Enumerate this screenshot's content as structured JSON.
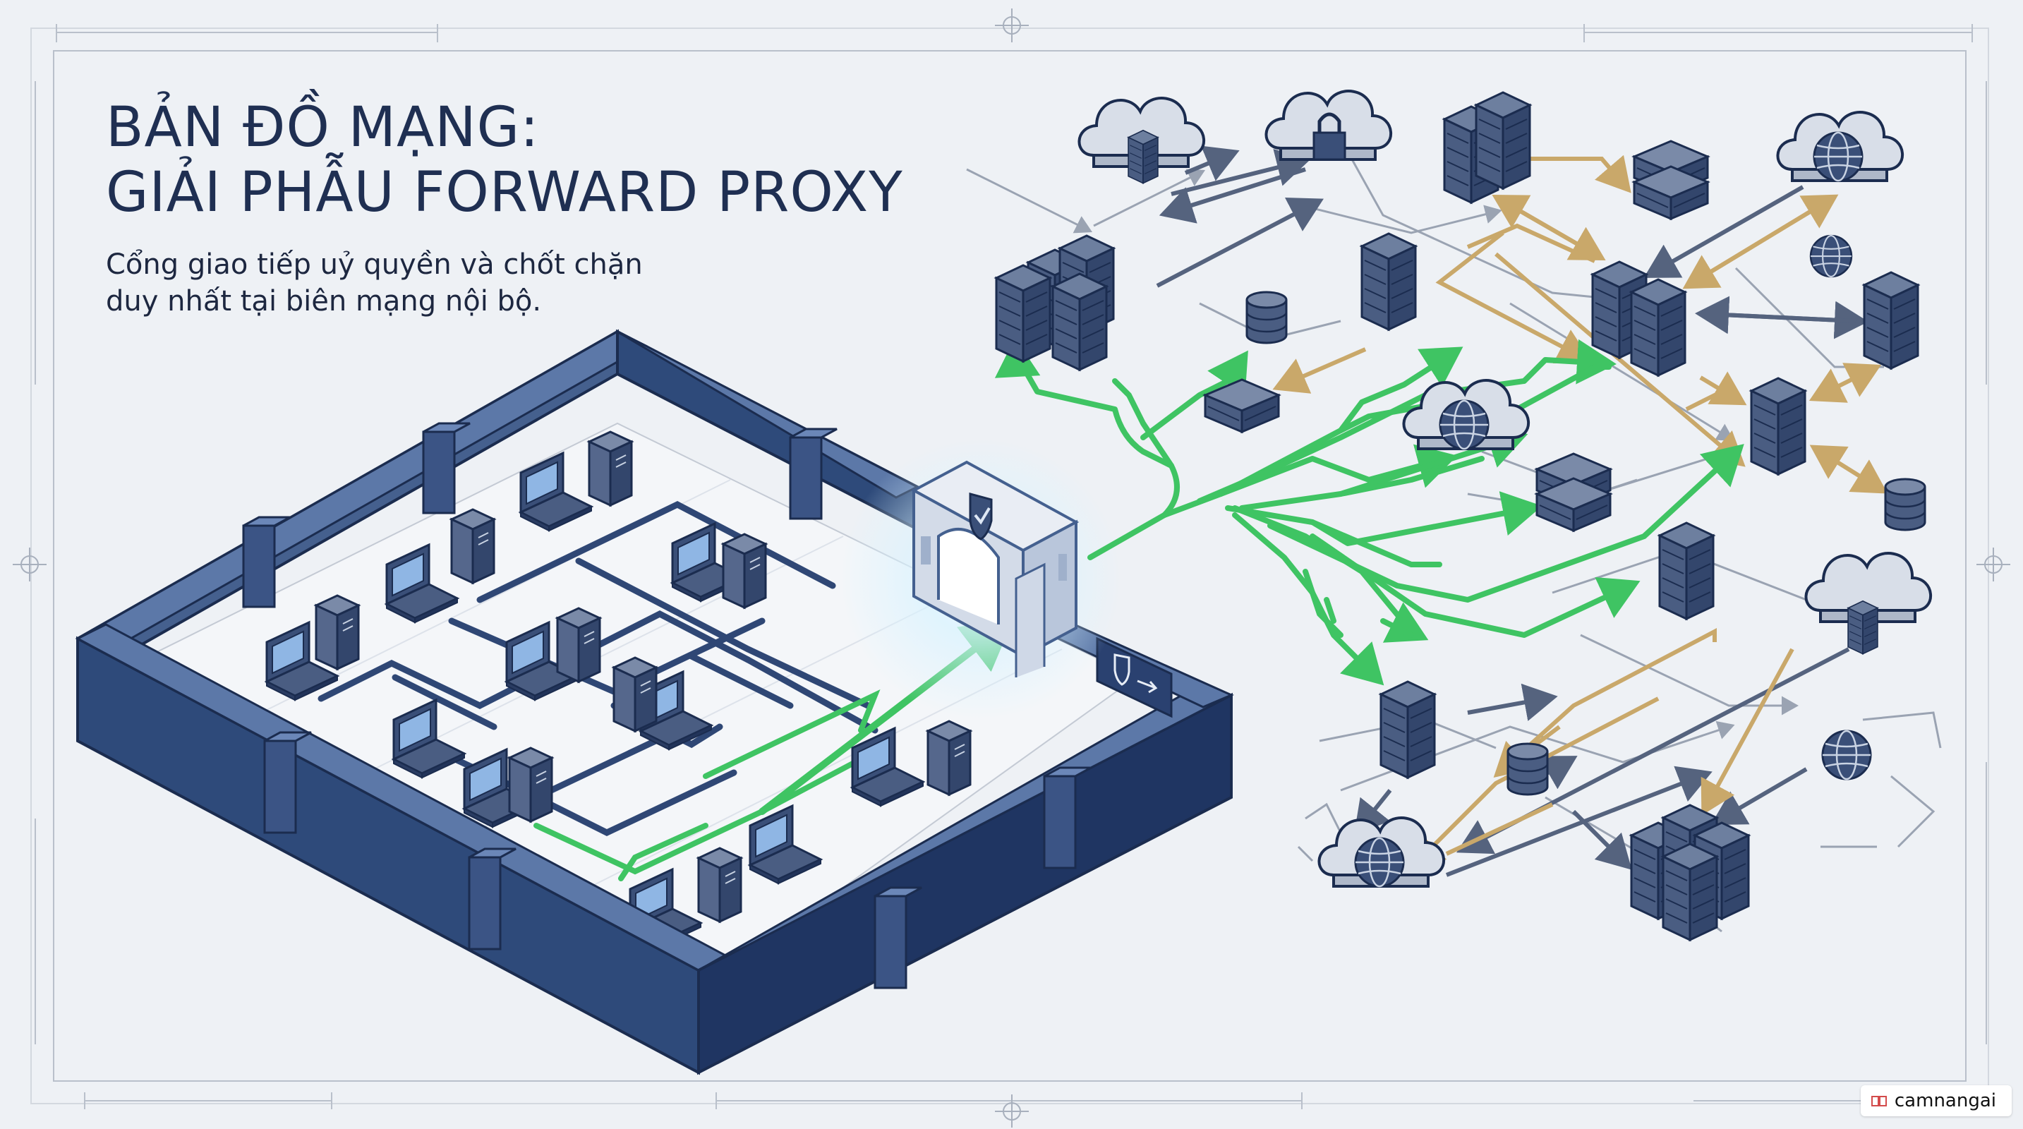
{
  "title_lines": [
    "BẢN ĐỒ MẠNG:",
    "GIẢI PHẪU FORWARD PROXY"
  ],
  "subtitle_lines": [
    "Cổng giao tiếp uỷ quyền và chốt chặn",
    "duy nhất tại biên mạng nội bộ."
  ],
  "watermark": "camnangai",
  "colors": {
    "navy": "#2e4a7a",
    "navy_dark": "#1f3562",
    "green": "#3fc463",
    "gold": "#c9a86a",
    "background": "#eef1f5",
    "frame": "#b9c0cb"
  },
  "icons": [
    "shield-check-icon",
    "shield-arrow-icon",
    "lock-cloud-icon",
    "globe-icon",
    "cloud-icon",
    "server-icon",
    "database-icon",
    "laptop-icon",
    "desktop-tower-icon",
    "book-icon"
  ]
}
